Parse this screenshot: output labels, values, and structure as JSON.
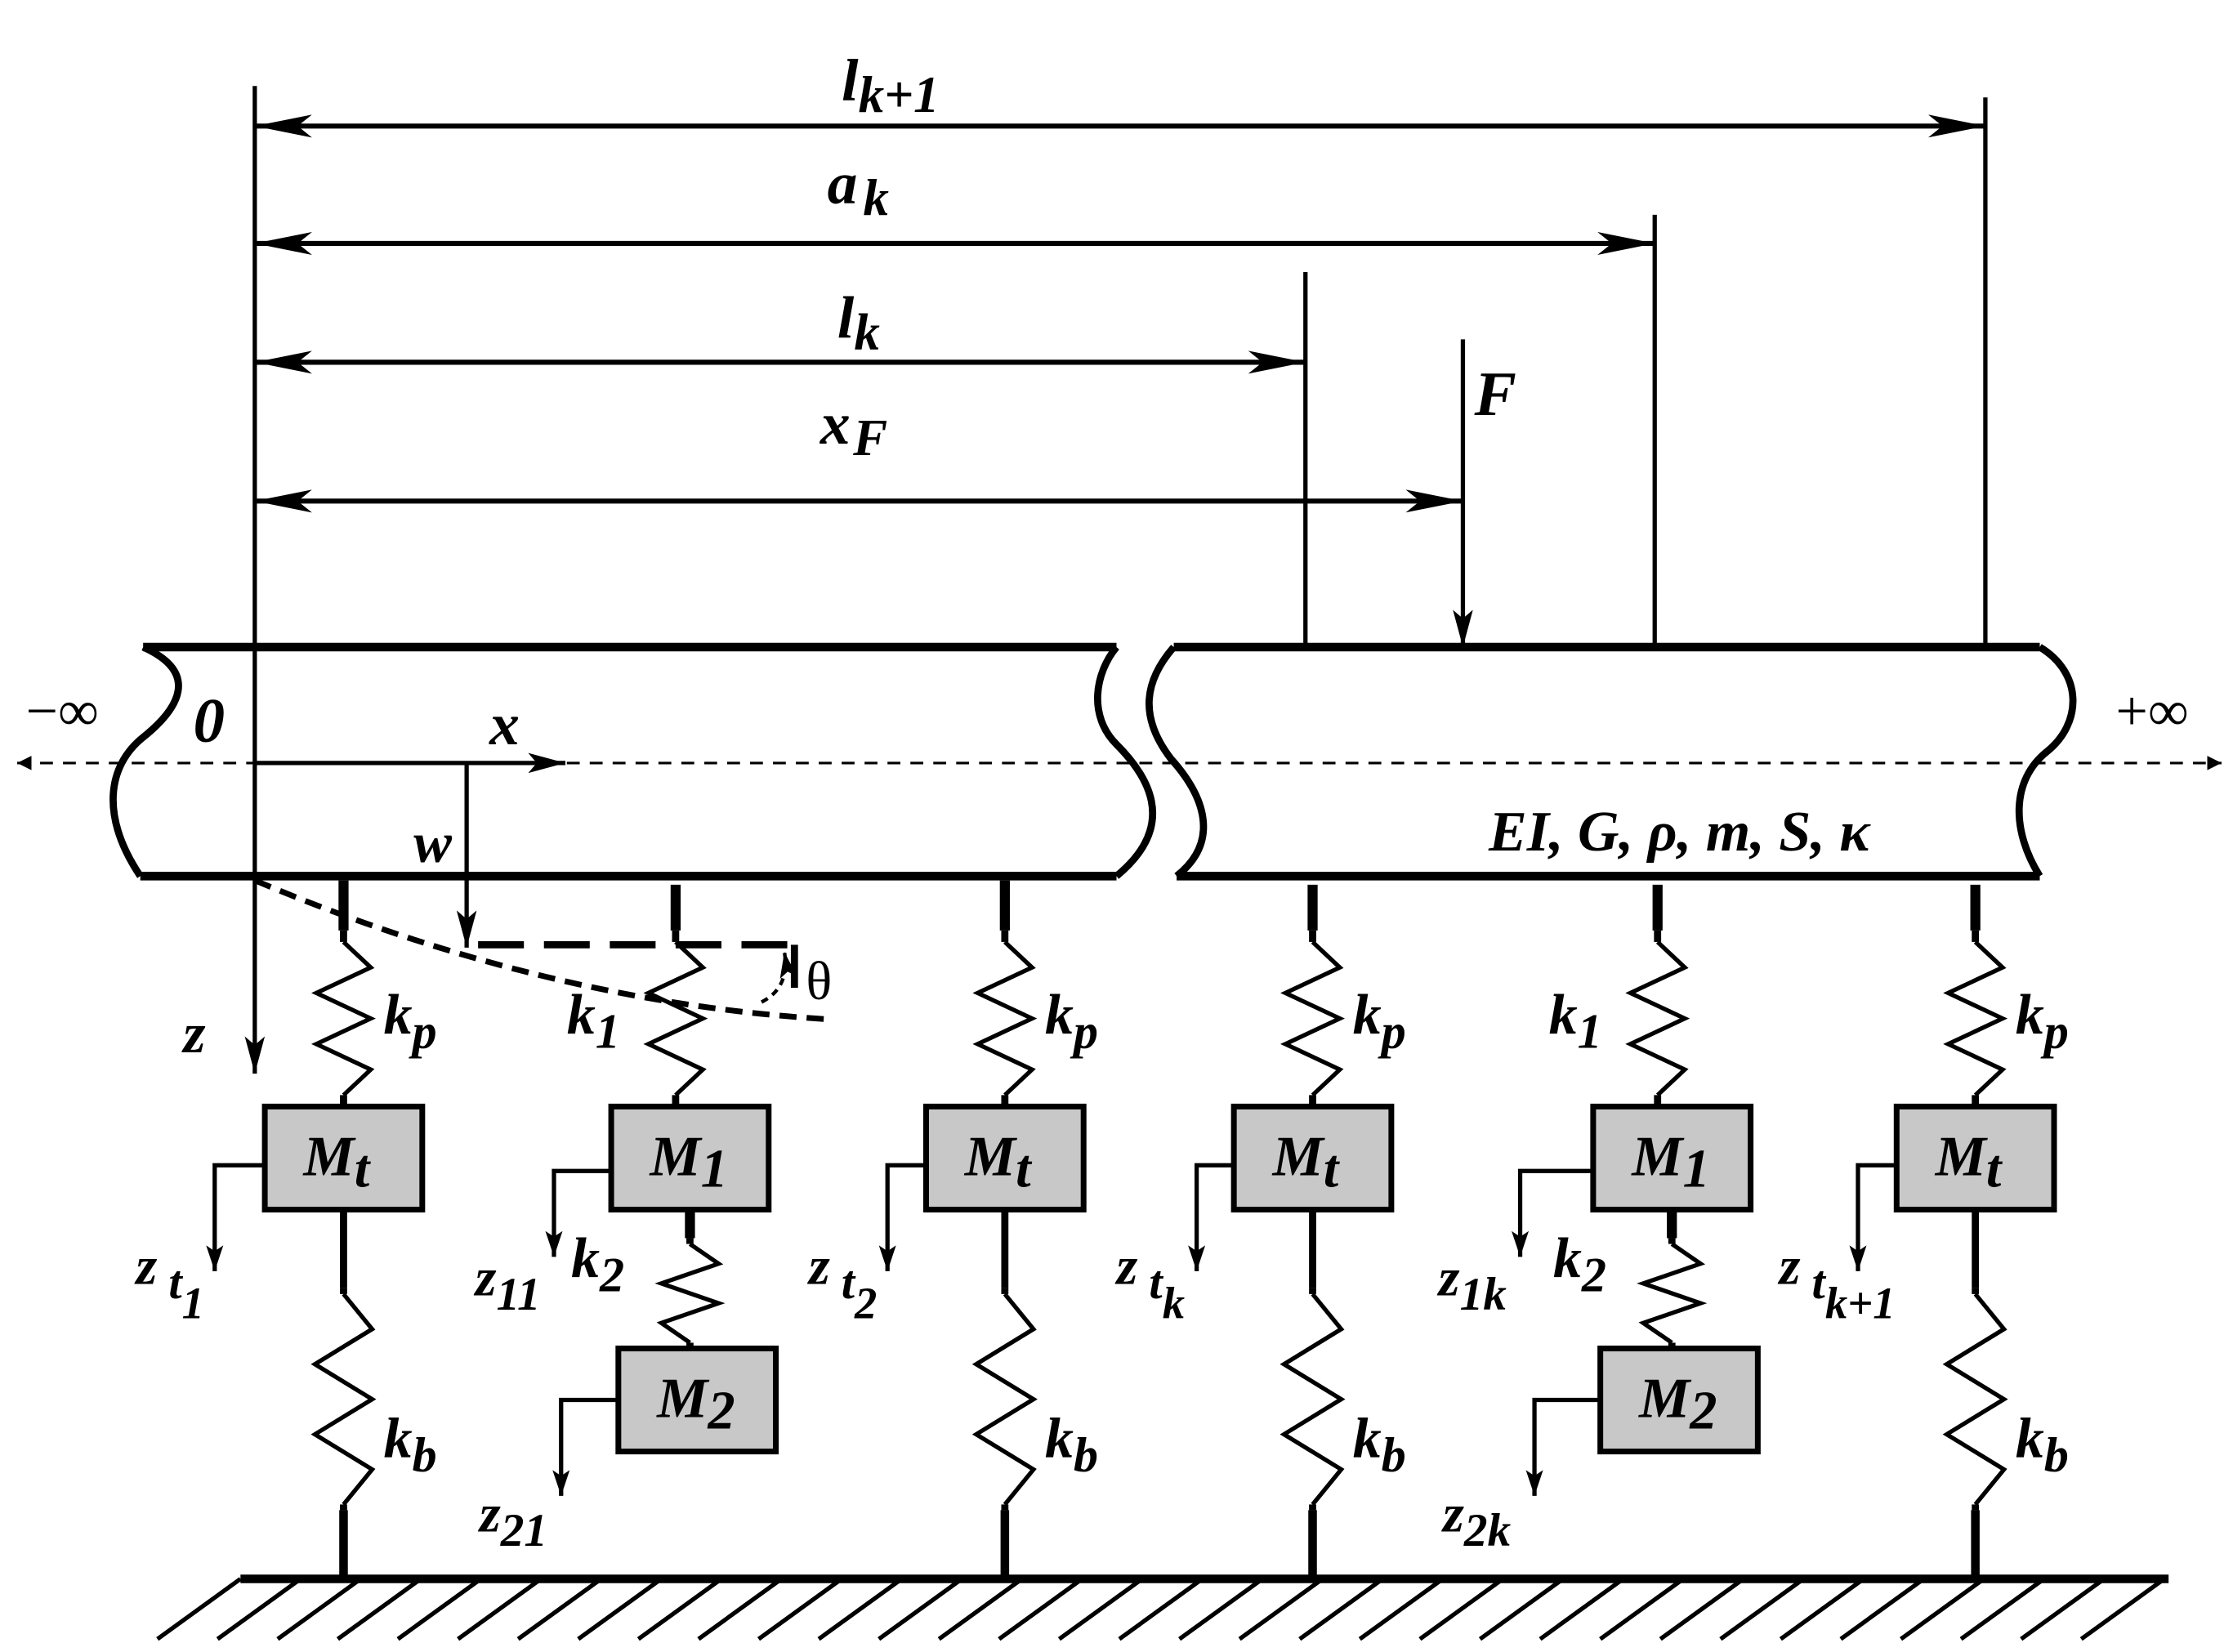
{
  "dimensions": {
    "l_k1": {
      "base": "l",
      "sub": "k+1"
    },
    "a_k": {
      "base": "a",
      "sub": "k"
    },
    "l_k": {
      "base": "l",
      "sub": "k"
    },
    "x_F": {
      "base": "x",
      "sub": "F"
    }
  },
  "load_label": "F",
  "axes": {
    "minus_inf": "−∞",
    "plus_inf": "+∞",
    "origin": "0",
    "x": "x",
    "z": "z",
    "w": "w",
    "theta": "θ"
  },
  "beam_properties": "EI, G, ρ, m, S, κ",
  "springs": {
    "kp": {
      "base": "k",
      "sub": "p"
    },
    "kb": {
      "base": "k",
      "sub": "b"
    },
    "k1": {
      "base": "k",
      "sub": "1"
    },
    "k2": {
      "base": "k",
      "sub": "2"
    }
  },
  "masses": {
    "Mt": {
      "base": "M",
      "sub": "t"
    },
    "M1": {
      "base": "M",
      "sub": "1"
    },
    "M2": {
      "base": "M",
      "sub": "2"
    }
  },
  "displacements": {
    "zt1": {
      "base": "z",
      "sub1": "t",
      "sub2": "1"
    },
    "zt2": {
      "base": "z",
      "sub1": "t",
      "sub2": "2"
    },
    "ztk": {
      "base": "z",
      "sub1": "t",
      "sub2": "k"
    },
    "ztk1": {
      "base": "z",
      "sub1": "t",
      "sub2": "k+1"
    },
    "z11": {
      "base": "z",
      "sub": "11"
    },
    "z21": {
      "base": "z",
      "sub": "21"
    },
    "z1k": {
      "base": "z",
      "sub": "1k"
    },
    "z2k": {
      "base": "z",
      "sub": "2k"
    }
  },
  "colors": {
    "line": "#000000",
    "mass_fill": "#c8c8c8",
    "background": "#ffffff"
  }
}
